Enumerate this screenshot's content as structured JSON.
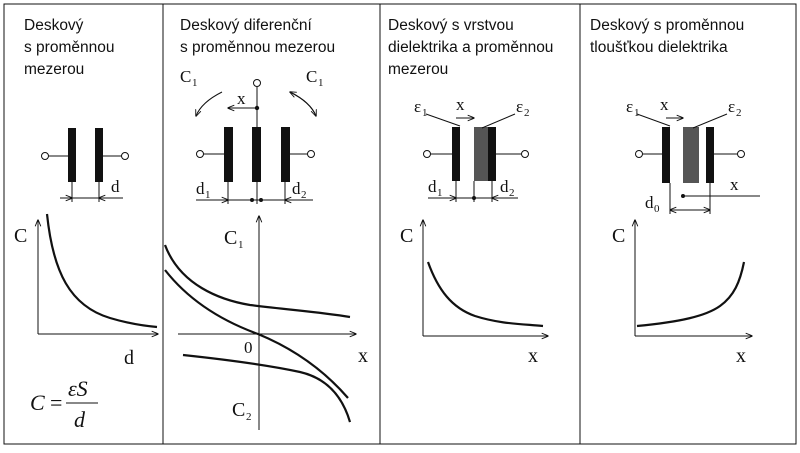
{
  "colors": {
    "ink": "#111111",
    "dielectric": "#555555",
    "background": "#ffffff"
  },
  "panels": [
    {
      "title_lines": [
        "Deskový",
        "s proměnnou",
        "mezerou"
      ],
      "labels": {
        "gap": "d",
        "y_axis": "C",
        "x_axis": "d"
      },
      "formula": {
        "lhs": "C",
        "eq": "=",
        "numerator": "εS",
        "denominator": "d"
      }
    },
    {
      "title_lines": [
        "Deskový diferenční",
        "s proměnnou mezerou"
      ],
      "labels": {
        "c1_left": "C",
        "c1_left_sub": "1",
        "c1_right": "C",
        "c1_right_sub": "1",
        "x": "x",
        "d1": "d",
        "d1_sub": "1",
        "d2": "d",
        "d2_sub": "2",
        "y_axis_top": "C",
        "y_axis_top_sub": "1",
        "y_axis_bottom": "C",
        "y_axis_bottom_sub": "2",
        "origin": "0",
        "x_axis": "x"
      }
    },
    {
      "title_lines": [
        "Deskový s vrstvou",
        "dielektrika a proměnnou",
        "mezerou"
      ],
      "labels": {
        "eps1": "ε",
        "eps1_sub": "1",
        "eps2": "ε",
        "eps2_sub": "2",
        "x": "x",
        "d1": "d",
        "d1_sub": "1",
        "d2": "d",
        "d2_sub": "2",
        "y_axis": "C",
        "x_axis": "x"
      }
    },
    {
      "title_lines": [
        "Deskový s proměnnou",
        "tloušťkou dielektrika"
      ],
      "labels": {
        "eps1": "ε",
        "eps1_sub": "1",
        "eps2": "ε",
        "eps2_sub": "2",
        "x_top": "x",
        "x_side": "x",
        "d0": "d",
        "d0_sub": "0",
        "y_axis": "C",
        "x_axis": "x"
      }
    }
  ]
}
